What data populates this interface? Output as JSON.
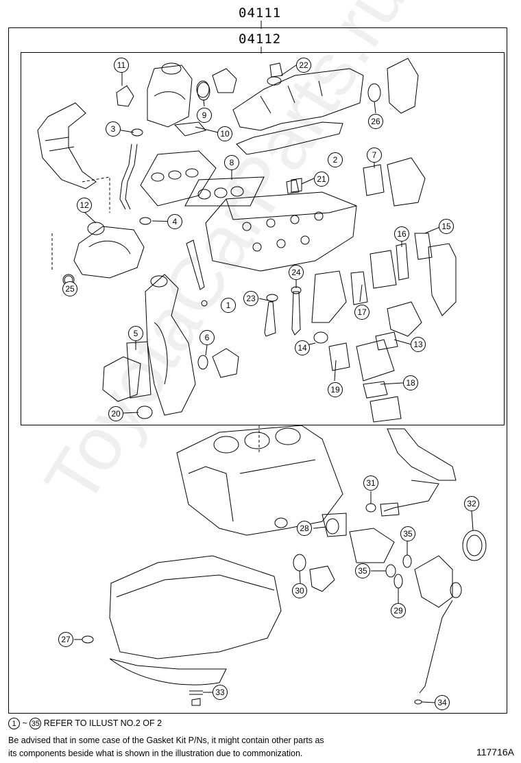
{
  "header": {
    "kit_outer": "04111",
    "kit_inner": "04112"
  },
  "parts": [
    {
      "n": "1"
    },
    {
      "n": "2"
    },
    {
      "n": "3"
    },
    {
      "n": "4"
    },
    {
      "n": "5"
    },
    {
      "n": "6"
    },
    {
      "n": "7"
    },
    {
      "n": "8"
    },
    {
      "n": "9"
    },
    {
      "n": "10"
    },
    {
      "n": "11"
    },
    {
      "n": "12"
    },
    {
      "n": "13"
    },
    {
      "n": "14"
    },
    {
      "n": "15"
    },
    {
      "n": "16"
    },
    {
      "n": "17"
    },
    {
      "n": "18"
    },
    {
      "n": "19"
    },
    {
      "n": "20"
    },
    {
      "n": "21"
    },
    {
      "n": "22"
    },
    {
      "n": "23"
    },
    {
      "n": "24"
    },
    {
      "n": "25"
    },
    {
      "n": "26"
    },
    {
      "n": "27"
    },
    {
      "n": "28"
    },
    {
      "n": "29"
    },
    {
      "n": "30"
    },
    {
      "n": "31"
    },
    {
      "n": "32"
    },
    {
      "n": "33"
    },
    {
      "n": "34"
    },
    {
      "n": "35a",
      "label": "35"
    },
    {
      "n": "35b",
      "label": "35"
    }
  ],
  "footer": {
    "ref_from": "1",
    "ref_tilde": "~",
    "ref_to": "35",
    "ref_text": "REFER TO ILLUST NO.2 OF 2",
    "advice_line1": "Be advised that in some case of the Gasket Kit P/Ns,  it might contain other parts as",
    "advice_line2": "its components beside what is shown in the illustration due to commonization.",
    "illustration_id": "117716A"
  },
  "watermark": "ToyotaCarParts.ru"
}
